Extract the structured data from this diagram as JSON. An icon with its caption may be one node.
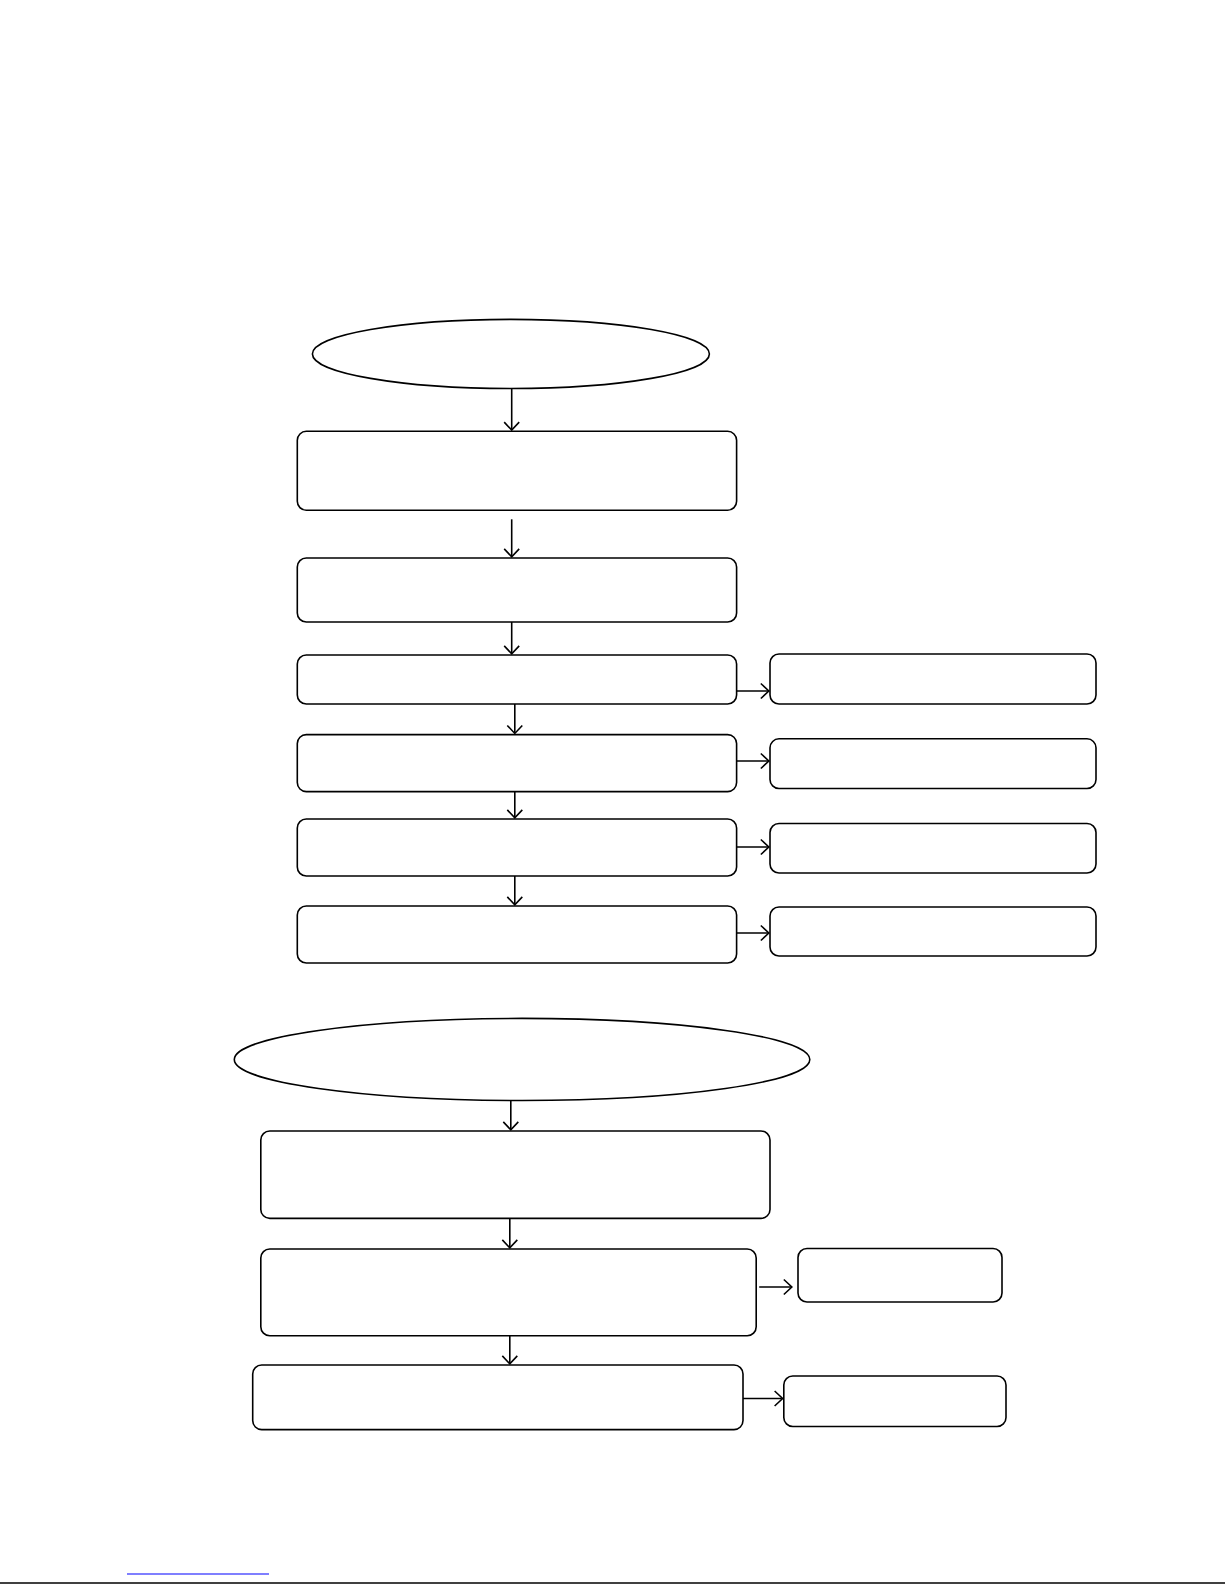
{
  "diagram": {
    "nodes": [
      {
        "text": [],
        "shape": "ellipse"
      },
      {
        "text": [],
        "shape": "box"
      },
      {
        "text": [],
        "shape": "box"
      },
      {
        "text": [],
        "shape": "box"
      },
      {
        "text": [],
        "shape": "box"
      },
      {
        "text": [],
        "shape": "box"
      },
      {
        "text": [],
        "shape": "box"
      },
      {
        "text": [],
        "shape": "box"
      },
      {
        "text": [],
        "shape": "box"
      },
      {
        "text": [],
        "shape": "box"
      },
      {
        "text": [],
        "shape": "box"
      },
      {
        "text": [],
        "shape": "ellipse"
      },
      {
        "text": [],
        "shape": "box"
      },
      {
        "text": [],
        "shape": "box"
      },
      {
        "text": [],
        "shape": "box"
      },
      {
        "text": [],
        "shape": "box"
      },
      {
        "text": [],
        "shape": "box"
      }
    ],
    "edges": [
      {
        "from": 0,
        "to": 1,
        "arrow": "to"
      },
      {
        "from": 1,
        "to": 2,
        "arrow": "to"
      },
      {
        "from": 2,
        "to": 3,
        "arrow": "to"
      },
      {
        "from": 3,
        "to": 4,
        "arrow": "to"
      },
      {
        "from": 3,
        "to": 5,
        "arrow": "to"
      },
      {
        "from": 5,
        "to": 6,
        "arrow": "to"
      },
      {
        "from": 5,
        "to": 7,
        "arrow": "to"
      },
      {
        "from": 7,
        "to": 8,
        "arrow": "to"
      },
      {
        "from": 7,
        "to": 9,
        "arrow": "to"
      },
      {
        "from": 9,
        "to": 10,
        "arrow": "to"
      },
      {
        "from": 11,
        "to": 12,
        "arrow": "to"
      },
      {
        "from": 12,
        "to": 13,
        "arrow": "to"
      },
      {
        "from": 13,
        "to": 14,
        "arrow": "to"
      },
      {
        "from": 13,
        "to": 15,
        "arrow": "to"
      },
      {
        "from": 15,
        "to": 16,
        "arrow": "to"
      }
    ]
  }
}
